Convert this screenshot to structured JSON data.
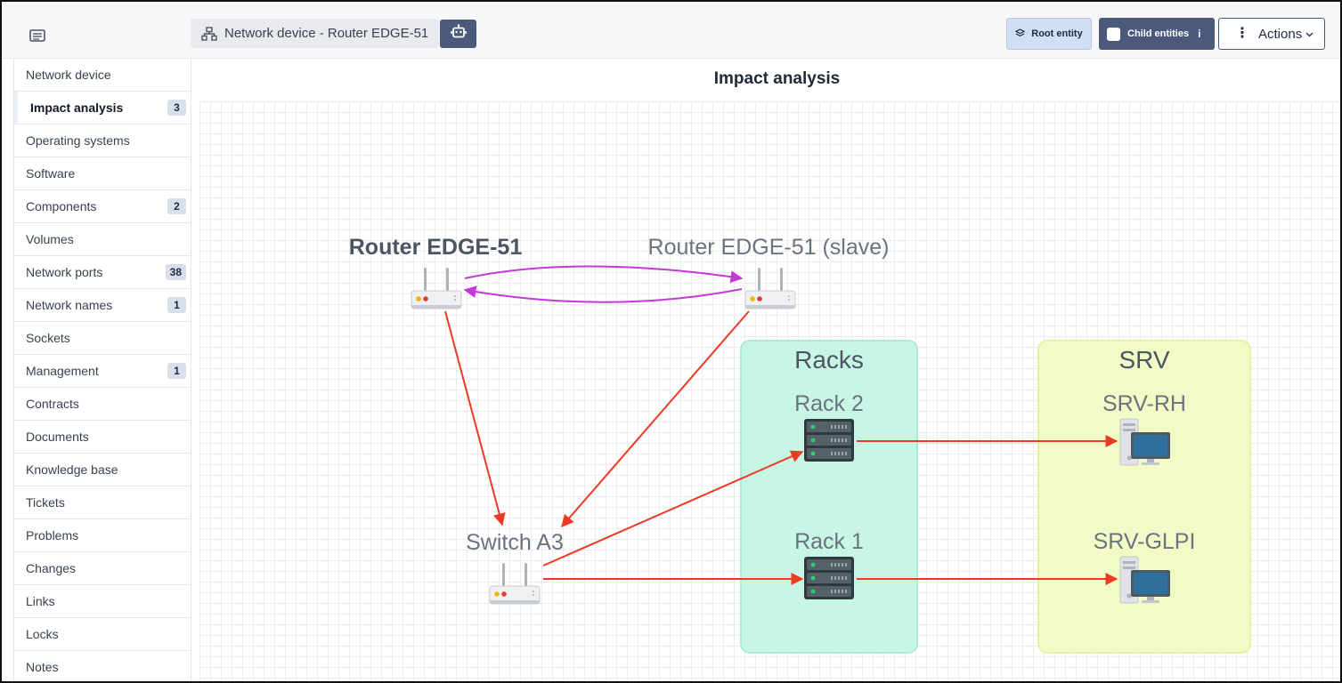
{
  "header": {
    "breadcrumb": "Network device - Router EDGE-51",
    "root_entity_label": "Root entity",
    "child_entities_label": "Child entities",
    "child_entities_info": "i",
    "actions_label": "Actions"
  },
  "sidebar": {
    "items": [
      {
        "label": "Network device",
        "badge": ""
      },
      {
        "label": "Impact analysis",
        "badge": "3"
      },
      {
        "label": "Operating systems",
        "badge": ""
      },
      {
        "label": "Software",
        "badge": ""
      },
      {
        "label": "Components",
        "badge": "2"
      },
      {
        "label": "Volumes",
        "badge": ""
      },
      {
        "label": "Network ports",
        "badge": "38"
      },
      {
        "label": "Network names",
        "badge": "1"
      },
      {
        "label": "Sockets",
        "badge": ""
      },
      {
        "label": "Management",
        "badge": "1"
      },
      {
        "label": "Contracts",
        "badge": ""
      },
      {
        "label": "Documents",
        "badge": ""
      },
      {
        "label": "Knowledge base",
        "badge": ""
      },
      {
        "label": "Tickets",
        "badge": ""
      },
      {
        "label": "Problems",
        "badge": ""
      },
      {
        "label": "Changes",
        "badge": ""
      },
      {
        "label": "Links",
        "badge": ""
      },
      {
        "label": "Locks",
        "badge": ""
      },
      {
        "label": "Notes",
        "badge": ""
      }
    ],
    "active_index": 1
  },
  "main": {
    "title": "Impact analysis"
  },
  "graph": {
    "nodes": {
      "router": {
        "label": "Router EDGE-51",
        "icon": "router-icon"
      },
      "router_slave": {
        "label": "Router EDGE-51 (slave)",
        "icon": "router-icon"
      },
      "switch": {
        "label": "Switch A3",
        "icon": "router-icon"
      },
      "rack2": {
        "label": "Rack 2",
        "icon": "server-rack-icon"
      },
      "rack1": {
        "label": "Rack 1",
        "icon": "server-rack-icon"
      },
      "srv_rh": {
        "label": "SRV-RH",
        "icon": "computer-icon"
      },
      "srv_glpi": {
        "label": "SRV-GLPI",
        "icon": "computer-icon"
      }
    },
    "groups": {
      "racks": {
        "label": "Racks",
        "color": "#c6f6e4"
      },
      "srv": {
        "label": "SRV",
        "color": "#f2fbc4"
      }
    },
    "edges": [
      {
        "from": "Router EDGE-51",
        "to": "Router EDGE-51 (slave)",
        "color": "#c43ad8"
      },
      {
        "from": "Router EDGE-51 (slave)",
        "to": "Router EDGE-51",
        "color": "#c43ad8"
      },
      {
        "from": "Router EDGE-51",
        "to": "Switch A3",
        "color": "#ee3a24"
      },
      {
        "from": "Router EDGE-51 (slave)",
        "to": "Switch A3",
        "color": "#ee3a24"
      },
      {
        "from": "Switch A3",
        "to": "Rack 2",
        "color": "#ee3a24"
      },
      {
        "from": "Switch A3",
        "to": "Rack 1",
        "color": "#ee3a24"
      },
      {
        "from": "Rack 2",
        "to": "SRV-RH",
        "color": "#ee3a24"
      },
      {
        "from": "Rack 1",
        "to": "SRV-GLPI",
        "color": "#ee3a24"
      }
    ]
  }
}
